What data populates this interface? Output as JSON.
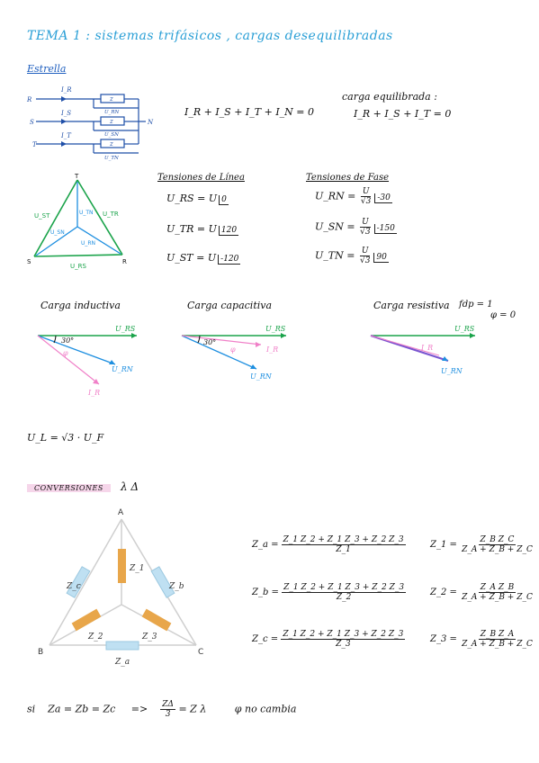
{
  "title": "TEMA 1 : sistemas trifásicos , cargas desequilibradas",
  "estrella": {
    "heading": "Estrella",
    "phases": [
      "R",
      "S",
      "T"
    ],
    "neutral": "N",
    "currents": [
      "I_R",
      "I_S",
      "I_T"
    ],
    "impedances": [
      "z",
      "z",
      "z"
    ],
    "voltages": [
      "U_RN",
      "U_SN",
      "U_TN"
    ]
  },
  "kcl": "I_R + I_S + I_T + I_N = 0",
  "balanced": {
    "label": "carga equilibrada :",
    "eq": "I_R + I_S + I_T = 0"
  },
  "triangle1": {
    "vertices": [
      "T",
      "S",
      "R"
    ],
    "lines": [
      "U_ST",
      "U_TR",
      "U_RS"
    ],
    "phases": [
      "U_TN",
      "U_SN",
      "U_RN"
    ]
  },
  "tensiones_linea": {
    "heading": "Tensiones de Línea",
    "rows": [
      {
        "lhs": "U_RS",
        "mag": "U",
        "angle": "0"
      },
      {
        "lhs": "U_TR",
        "mag": "U",
        "angle": "120"
      },
      {
        "lhs": "U_ST",
        "mag": "U",
        "angle": "-120"
      }
    ]
  },
  "tensiones_fase": {
    "heading": "Tensiones de Fase",
    "rows": [
      {
        "lhs": "U_RN",
        "num": "U",
        "den": "√3",
        "angle": "-30"
      },
      {
        "lhs": "U_SN",
        "num": "U",
        "den": "√3",
        "angle": "-150"
      },
      {
        "lhs": "U_TN",
        "num": "U",
        "den": "√3",
        "angle": "90"
      }
    ]
  },
  "cargas": [
    {
      "title": "Carga inductiva",
      "ref": "U_RS",
      "v": "U_RN",
      "i": "I_R",
      "angle": "30°",
      "phi": "φ"
    },
    {
      "title": "Carga capacitiva",
      "ref": "U_RS",
      "v": "U_RN",
      "i": "I_R",
      "angle": "30°",
      "phi": "φ"
    },
    {
      "title": "Carga resistiva",
      "ref": "U_RS",
      "v": "U_RN",
      "i": "I_R",
      "fdp": "fdp = 1",
      "phi0": "φ = 0"
    }
  ],
  "ul_uf": "U_L = √3 · U_F",
  "conversiones": {
    "label": "CONVERSIONES",
    "symbols": "λ  Δ",
    "vertices": [
      "A",
      "B",
      "C"
    ],
    "delta_z": [
      "Z_c",
      "Z_b",
      "Z_a"
    ],
    "star_z": [
      "Z_1",
      "Z_2",
      "Z_3"
    ],
    "left": [
      {
        "lhs": "Z_a",
        "num": "Z_1 Z_2 + Z_1 Z_3 + Z_2 Z_3",
        "den": "Z_1"
      },
      {
        "lhs": "Z_b",
        "num": "Z_1 Z_2 + Z_1 Z_3 + Z_2 Z_3",
        "den": "Z_2"
      },
      {
        "lhs": "Z_c",
        "num": "Z_1 Z_2 + Z_1 Z_3 + Z_2 Z_3",
        "den": "Z_3"
      }
    ],
    "right": [
      {
        "lhs": "Z_1",
        "num": "Z_B Z_C",
        "den": "Z_A + Z_B + Z_C"
      },
      {
        "lhs": "Z_2",
        "num": "Z_A Z_B",
        "den": "Z_A + Z_B + Z_C"
      },
      {
        "lhs": "Z_3",
        "num": "Z_B Z_A",
        "den": "Z_A + Z_B + Z_C"
      }
    ]
  },
  "final": {
    "si": "si",
    "cond": "Za = Zb = Zc",
    "arrow": "=>",
    "num": "ZΔ",
    "den": "3",
    "rhs": "= Z λ",
    "note": "φ no cambia"
  },
  "colors": {
    "blue": "#1e8fe0",
    "green": "#1aa34a",
    "pink": "#f080c8",
    "purple": "#7a55d0",
    "title": "#2a9fd6",
    "orange": "#e8a64a",
    "lightblue": "#bfe0f2"
  }
}
